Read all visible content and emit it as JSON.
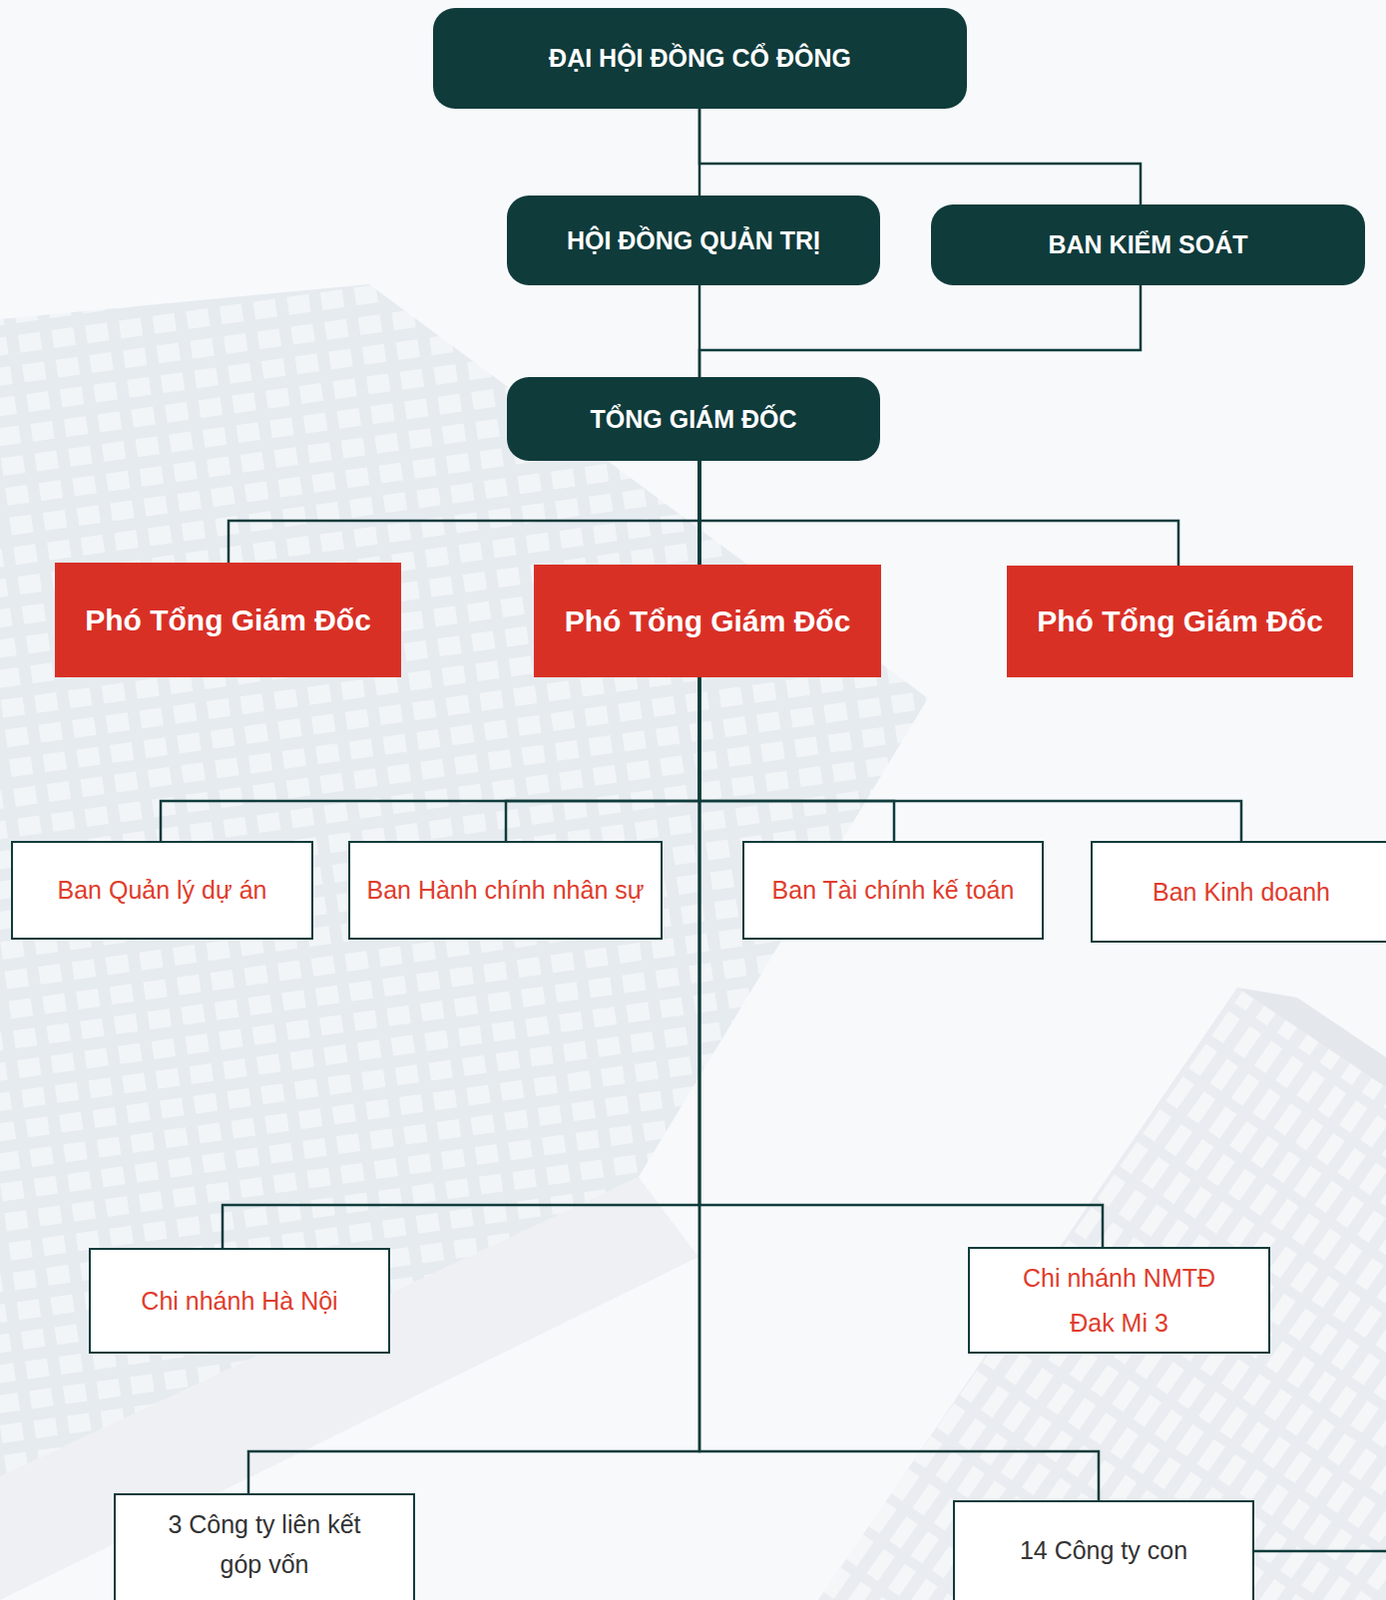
{
  "diagram": {
    "nodes": [
      {
        "text": [
          "ĐẠI HỘI ĐỒNG CỔ ĐÔNG"
        ]
      },
      {
        "text": [
          "HỘI ĐỒNG QUẢN TRỊ"
        ]
      },
      {
        "text": [
          "BAN KIỂM SOÁT"
        ]
      },
      {
        "text": [
          "TỔNG GIÁM ĐỐC"
        ]
      },
      {
        "text": [
          "Phó Tổng Giám Đốc"
        ]
      },
      {
        "text": [
          "Phó Tổng Giám Đốc"
        ]
      },
      {
        "text": [
          "Phó Tổng Giám Đốc"
        ]
      },
      {
        "text": [
          "Ban Quản lý dự án"
        ]
      },
      {
        "text": [
          "Ban Hành chính nhân sự"
        ]
      },
      {
        "text": [
          "Ban Tài chính kế toán"
        ]
      },
      {
        "text": [
          "Ban Kinh doanh"
        ]
      },
      {
        "text": [
          "Chi nhánh Hà Nội"
        ]
      },
      {
        "text": [
          "Chi nhánh NMTĐ Đak Mi 3"
        ]
      },
      {
        "text": [
          "3 Công ty liên kết góp vốn"
        ]
      },
      {
        "text": [
          "14 Công ty con"
        ]
      }
    ],
    "edges": [
      {
        "from": 0,
        "to": 1,
        "arrow": "none"
      },
      {
        "from": 0,
        "to": 2,
        "arrow": "none"
      },
      {
        "from": 1,
        "to": 3,
        "arrow": "none"
      },
      {
        "from": 2,
        "to": 3,
        "arrow": "none"
      },
      {
        "from": 3,
        "to": 4,
        "arrow": "none"
      },
      {
        "from": 3,
        "to": 5,
        "arrow": "none"
      },
      {
        "from": 3,
        "to": 6,
        "arrow": "none"
      },
      {
        "from": 3,
        "to": 7,
        "arrow": "none"
      },
      {
        "from": 3,
        "to": 8,
        "arrow": "none"
      },
      {
        "from": 3,
        "to": 9,
        "arrow": "none"
      },
      {
        "from": 3,
        "to": 10,
        "arrow": "none"
      },
      {
        "from": 3,
        "to": 11,
        "arrow": "none"
      },
      {
        "from": 3,
        "to": 12,
        "arrow": "none"
      },
      {
        "from": 3,
        "to": 13,
        "arrow": "none"
      },
      {
        "from": 3,
        "to": 14,
        "arrow": "none"
      }
    ]
  }
}
